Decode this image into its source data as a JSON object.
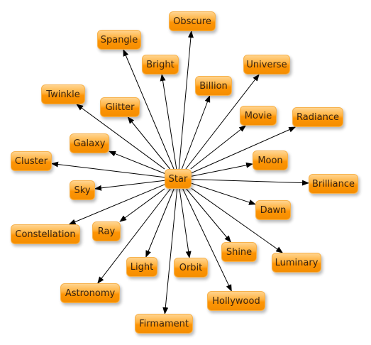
{
  "diagram": {
    "center": {
      "id": "star",
      "label": "Star"
    },
    "nodes": [
      {
        "id": "obscure",
        "label": "Obscure"
      },
      {
        "id": "spangle",
        "label": "Spangle"
      },
      {
        "id": "bright",
        "label": "Bright"
      },
      {
        "id": "universe",
        "label": "Universe"
      },
      {
        "id": "billion",
        "label": "Billion"
      },
      {
        "id": "twinkle",
        "label": "Twinkle"
      },
      {
        "id": "glitter",
        "label": "Glitter"
      },
      {
        "id": "movie",
        "label": "Movie"
      },
      {
        "id": "radiance",
        "label": "Radiance"
      },
      {
        "id": "galaxy",
        "label": "Galaxy"
      },
      {
        "id": "cluster",
        "label": "Cluster"
      },
      {
        "id": "moon",
        "label": "Moon"
      },
      {
        "id": "brilliance",
        "label": "Brilliance"
      },
      {
        "id": "sky",
        "label": "Sky"
      },
      {
        "id": "dawn",
        "label": "Dawn"
      },
      {
        "id": "constellation",
        "label": "Constellation"
      },
      {
        "id": "ray",
        "label": "Ray"
      },
      {
        "id": "shine",
        "label": "Shine"
      },
      {
        "id": "luminary",
        "label": "Luminary"
      },
      {
        "id": "light",
        "label": "Light"
      },
      {
        "id": "orbit",
        "label": "Orbit"
      },
      {
        "id": "astronomy",
        "label": "Astronomy"
      },
      {
        "id": "hollywood",
        "label": "Hollywood"
      },
      {
        "id": "firmament",
        "label": "Firmament"
      }
    ],
    "edges": [
      {
        "from": "star",
        "to": "obscure"
      },
      {
        "from": "star",
        "to": "spangle"
      },
      {
        "from": "star",
        "to": "bright"
      },
      {
        "from": "star",
        "to": "universe"
      },
      {
        "from": "star",
        "to": "billion"
      },
      {
        "from": "star",
        "to": "twinkle"
      },
      {
        "from": "star",
        "to": "glitter"
      },
      {
        "from": "star",
        "to": "movie"
      },
      {
        "from": "star",
        "to": "radiance"
      },
      {
        "from": "star",
        "to": "galaxy"
      },
      {
        "from": "star",
        "to": "cluster"
      },
      {
        "from": "star",
        "to": "moon"
      },
      {
        "from": "star",
        "to": "brilliance"
      },
      {
        "from": "star",
        "to": "sky"
      },
      {
        "from": "star",
        "to": "dawn"
      },
      {
        "from": "star",
        "to": "constellation"
      },
      {
        "from": "star",
        "to": "ray"
      },
      {
        "from": "star",
        "to": "shine"
      },
      {
        "from": "star",
        "to": "luminary"
      },
      {
        "from": "star",
        "to": "light"
      },
      {
        "from": "star",
        "to": "orbit"
      },
      {
        "from": "star",
        "to": "astronomy"
      },
      {
        "from": "star",
        "to": "hollywood"
      },
      {
        "from": "star",
        "to": "firmament"
      }
    ]
  },
  "colors": {
    "node_fill_top": "#ffd48f",
    "node_fill_bottom": "#f58e00",
    "node_text": "#3a2410",
    "edge": "#000000"
  }
}
